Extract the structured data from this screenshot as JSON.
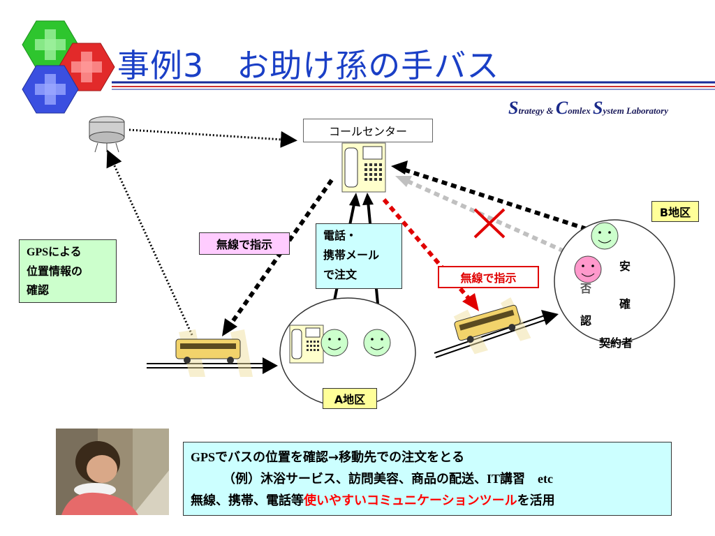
{
  "title": "事例3　お助け孫の手バス",
  "logo": {
    "s1": "S",
    "t1": "trategy",
    "amp": "&",
    "s2": "C",
    "t2": "omlex",
    "s3": "S",
    "t3": "ystem Laboratory"
  },
  "call_center": "コールセンター",
  "radio_instruction_left": "無線で指示",
  "radio_instruction_right": "無線で指示",
  "order_box": {
    "line1": "電話・",
    "line2": "携帯メール",
    "line3": "で注文"
  },
  "gps_box": {
    "gps": "GPS",
    "line1_rest": "による",
    "line2": "位置情報の",
    "line3": "確認"
  },
  "area_b": "B地区",
  "area_a": "A地区",
  "anpi": {
    "an": "安",
    "pi": "否",
    "kaku": "確",
    "nin": "認"
  },
  "contractor": "契約者",
  "bottom": {
    "line1_gps": "GPS",
    "line1_rest": "でバスの位置を確認→移動先での注文をとる",
    "line2": "（例）沐浴サービス、訪問美容、商品の配送、",
    "line2_it": "IT",
    "line2_rest": "講習",
    "line2_etc": "etc",
    "line3_a": "無線、携帯、電話等",
    "line3_red": "使いやすいコミュニケーションツール",
    "line3_b": "を活用"
  },
  "colors": {
    "title": "#1a3fc6",
    "accent_red": "#e00000",
    "cyan_box": "#ccffff",
    "yellow_box": "#ffff99",
    "pink_box": "#ffccff",
    "green_box": "#ccffcc"
  }
}
